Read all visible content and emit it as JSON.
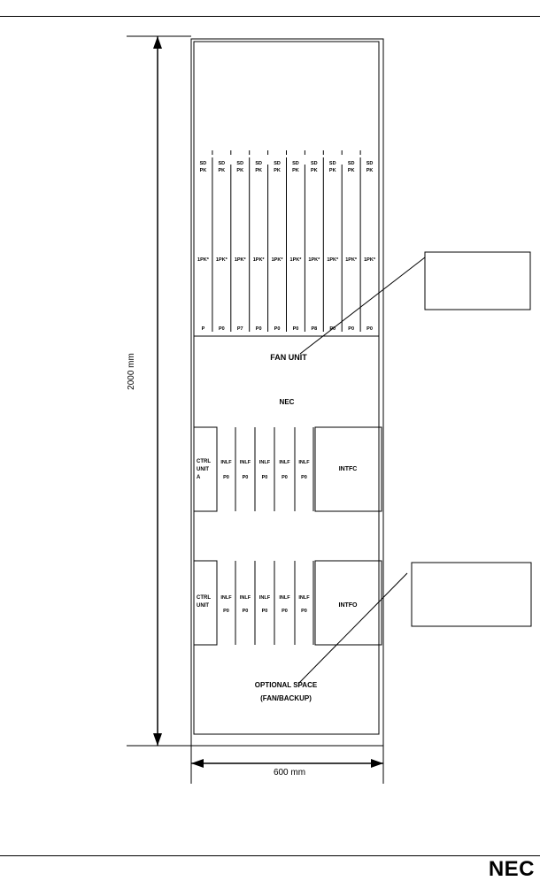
{
  "diagram": {
    "height_dim": "2000 mm",
    "width_dim": "600 mm",
    "upper_box": [
      "",
      ""
    ],
    "fan_unit": "FAN UNIT",
    "nec_label": "NEC",
    "band_label": "",
    "optional_space": [
      "OPTIONAL SPACE",
      "(FAN/BACKUP)"
    ],
    "rack_top_labels": [
      "SD\nPK",
      "SD\nPK",
      "SD\nPK",
      "SD\nPK",
      "SD\nPK",
      "SD\nPK",
      "SD\nPK",
      "SD\nPK",
      "SD\nPK",
      "SD\nPK"
    ],
    "rack_mid_labels": [
      "1PK*",
      "1PK*",
      "1PK*",
      "1PK*",
      "1PK*",
      "1PK*",
      "1PK*",
      "1PK*",
      "1PK*",
      "1PK*"
    ],
    "rack_bottom_labels": [
      "P",
      "P0",
      "P7",
      "P0",
      "P0",
      "P0",
      "P8",
      "P0",
      "P0",
      "P0"
    ],
    "shelf1": {
      "ctrl": [
        "CTRL",
        "UNIT",
        "A"
      ],
      "slots": [
        [
          "INLF",
          "P0"
        ],
        [
          "INLF",
          "P0"
        ],
        [
          "INLF",
          "P0"
        ],
        [
          "INLF",
          "P0"
        ],
        [
          "INLF",
          "P0"
        ]
      ],
      "interface": "INTFC"
    },
    "shelf2": {
      "ctrl": [
        "CTRL",
        "UNIT"
      ],
      "slots": [
        [
          "INLF",
          "P0"
        ],
        [
          "INLF",
          "P0"
        ],
        [
          "INLF",
          "P0"
        ],
        [
          "INLF",
          "P0"
        ],
        [
          "INLF",
          "P0"
        ]
      ],
      "interface": "INTFO"
    }
  },
  "footer": {
    "logo": "NEC"
  }
}
